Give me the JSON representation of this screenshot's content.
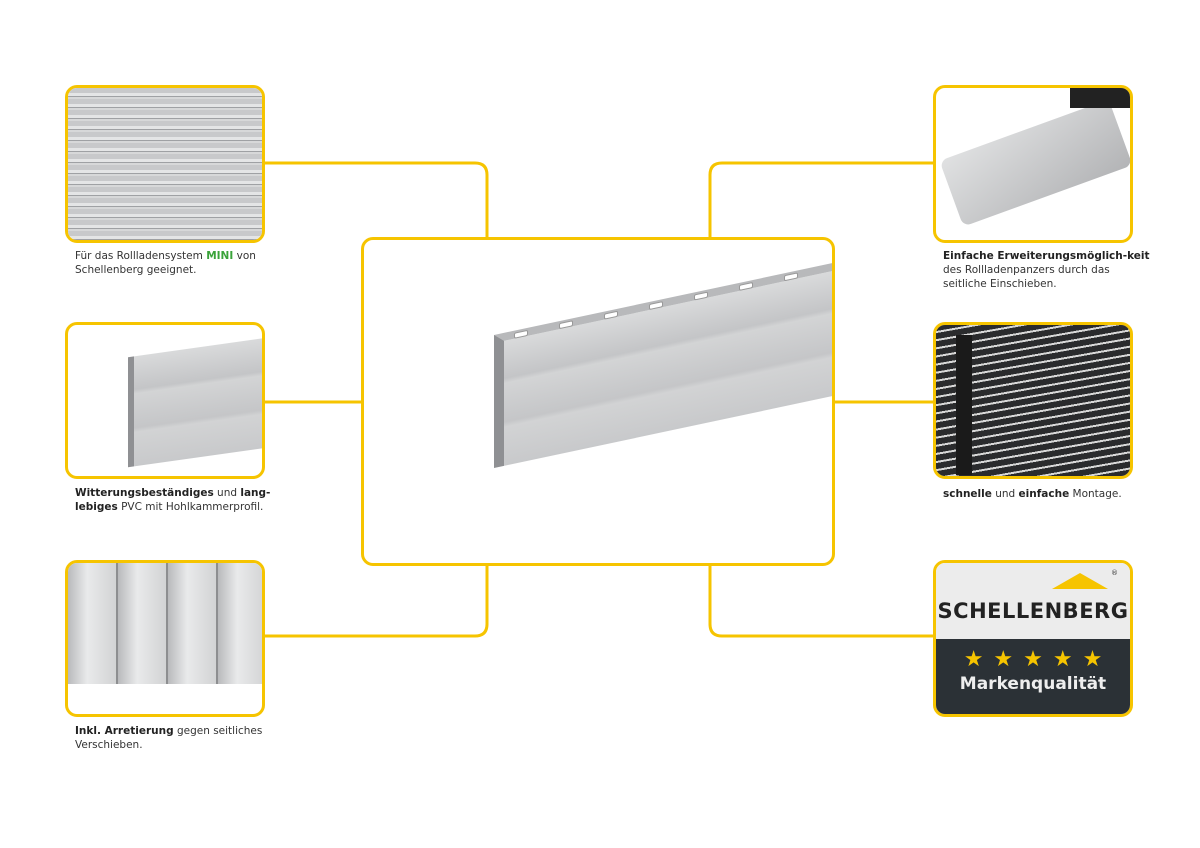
{
  "left": [
    {
      "caption_pre": "Für das Rollladensystem ",
      "caption_highlight": "MINI",
      "caption_post": " von Schellenberg geeignet."
    },
    {
      "caption_bold1": "Witterungsbeständiges",
      "caption_mid": " und ",
      "caption_bold2": "lang-lebiges",
      "caption_post": " PVC mit Hohlkammerprofil."
    },
    {
      "caption_bold": "Inkl. Arretierung",
      "caption_post": " gegen seitliches Verschieben."
    }
  ],
  "right": [
    {
      "caption_bold": "Einfache Erweiterungsmöglich-keit",
      "caption_post": " des Rollladenpanzers durch das seitliche Einschieben."
    },
    {
      "caption_bold1": "schnelle",
      "caption_mid": " und ",
      "caption_bold2": "einfache",
      "caption_post": " Montage."
    }
  ],
  "badge": {
    "brand": "SCHELLENBERG",
    "registered": "®",
    "stars": "★★★★★",
    "rating_count": 5,
    "label": "Markenqualität"
  },
  "colors": {
    "accent": "#f6c400",
    "highlight": "#3aa33a",
    "badge_dark": "#2b3136"
  }
}
